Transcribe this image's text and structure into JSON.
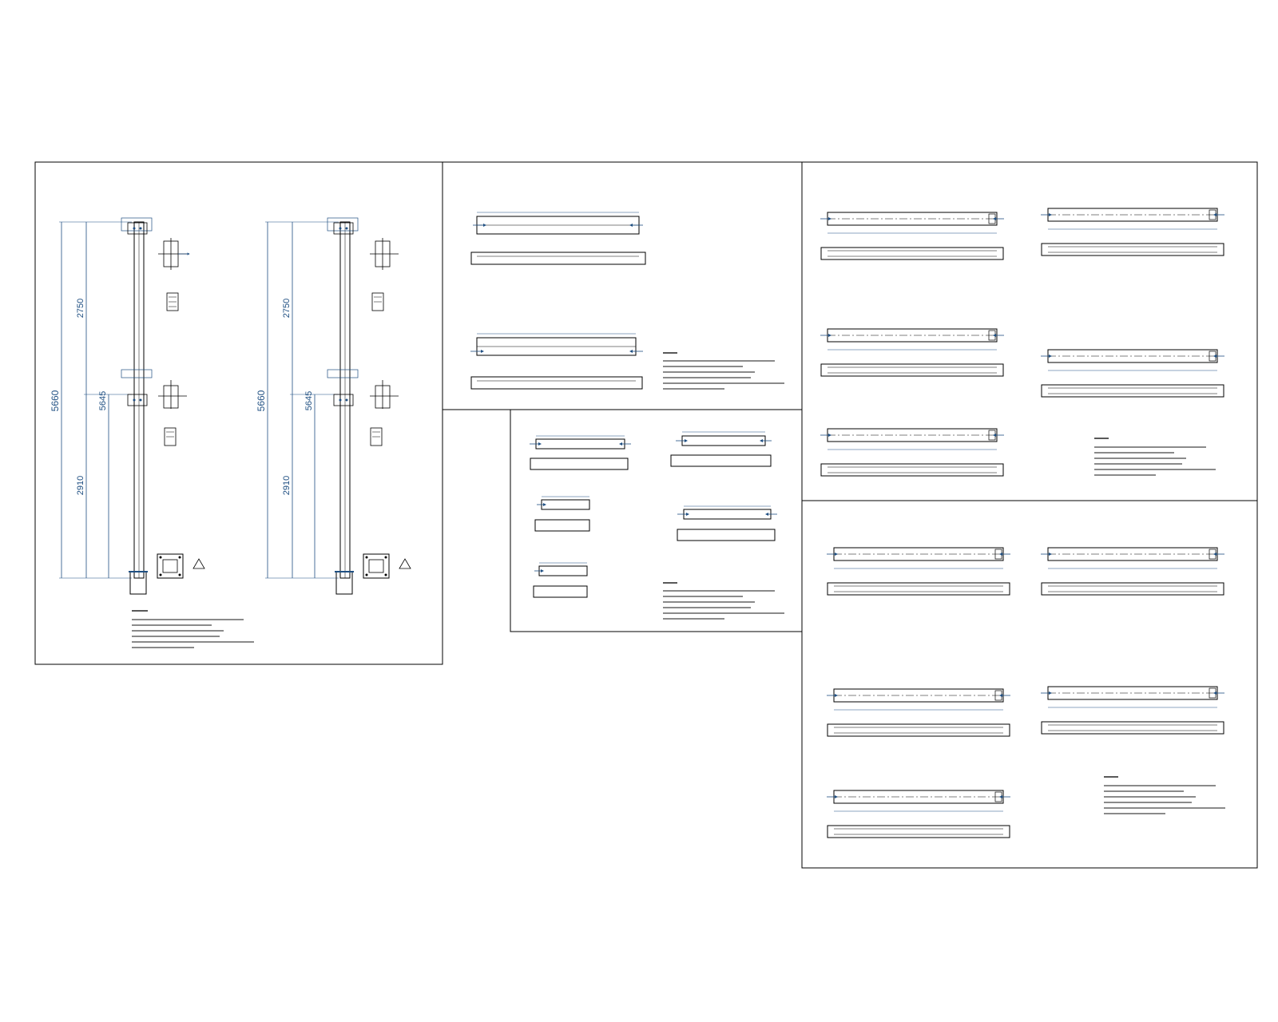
{
  "sheets": [
    {
      "id": "columns"
    },
    {
      "id": "beams-top"
    },
    {
      "id": "beams-small"
    },
    {
      "id": "mb-right-top"
    },
    {
      "id": "mb-right-bottom"
    }
  ],
  "columns": [
    {
      "dims": {
        "total": "5660",
        "upper": "2750",
        "mid": "5645",
        "lower": "2910"
      }
    },
    {
      "dims": {
        "total": "5660",
        "upper": "2750",
        "mid": "5645",
        "lower": "2910"
      }
    }
  ],
  "colors": {
    "line": "#000000",
    "dimension": "#1f4f82",
    "faint": "#f2f4f7"
  },
  "icons": [
    "arrow-marker-icon",
    "node-detail-icon",
    "base-plate-icon"
  ]
}
